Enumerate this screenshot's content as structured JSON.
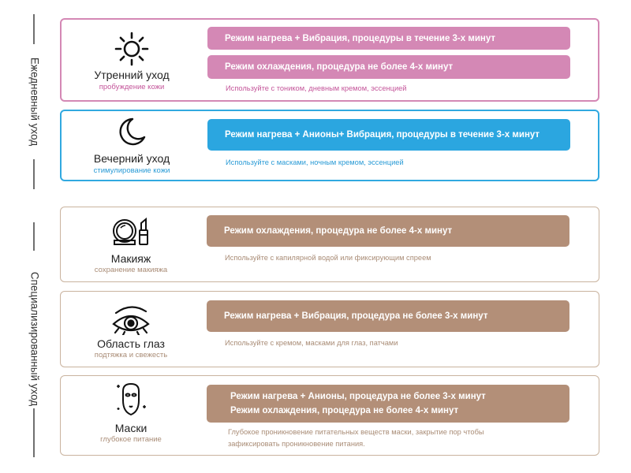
{
  "side_labels": {
    "daily": "Ежедневный уход",
    "special": "Специализированный уход"
  },
  "colors": {
    "pink": "#d488b5",
    "blue": "#2ba6e0",
    "tan": "#b38f78"
  },
  "cards": {
    "morning": {
      "title": "Утренний уход",
      "subtitle": "пробуждение кожи",
      "icon": "sun-icon",
      "modes": [
        "Режим нагрева + Вибрация, процедуры в течение 3-х минут",
        "Режим охлаждения, процедура не более 4-х минут"
      ],
      "note": "Используйте с тоником, дневным кремом, эссенцией"
    },
    "evening": {
      "title": "Вечерний уход",
      "subtitle": "стимулирование кожи",
      "icon": "moon-icon",
      "modes": [
        "Режим нагрева + Анионы+ Вибрация, процедуры в течение 3-х минут"
      ],
      "note": "Используйте с масками, ночным кремом, эссенцией"
    },
    "makeup": {
      "title": "Макияж",
      "subtitle": "сохранение макияжа",
      "icon": "makeup-icon",
      "modes": [
        "Режим охлаждения, процедура не более 4-х минут"
      ],
      "note": "Используйте с капилярной водой или фиксирующим спреем"
    },
    "eyes": {
      "title": "Область глаз",
      "subtitle": "подтяжка и свежесть",
      "icon": "eye-icon",
      "modes": [
        "Режим нагрева + Вибрация, процедура не более 3-х минут"
      ],
      "note": "Используйте с кремом, масками для глаз, патчами"
    },
    "masks": {
      "title": "Маски",
      "subtitle": "глубокое питание",
      "icon": "face-mask-icon",
      "modes": [
        "Режим нагрева + Анионы, процедура не более 3-х минут",
        "Режим охлаждения, процедура не более 4-х минут"
      ],
      "note_lines": [
        "Глубокое проникновение питательных веществ маски, закрытие пор чтобы",
        "зафиксировать проникновение питания."
      ]
    }
  }
}
